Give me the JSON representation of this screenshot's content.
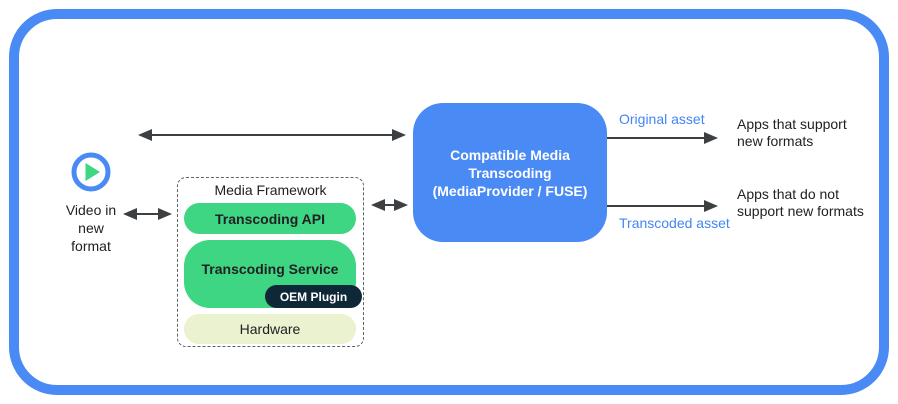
{
  "colors": {
    "border_blue": "#4a8af4",
    "box_blue": "#4a8af4",
    "asset_text_blue": "#4285f4",
    "layer_green": "#3ed583",
    "oem_navy": "#0e2838",
    "hardware_pale_green": "#eaf2cf",
    "arrow_gray": "#3c4043"
  },
  "source": {
    "icon": "play-icon",
    "label": "Video in\nnew\nformat"
  },
  "framework": {
    "title": "Media Framework",
    "api_label": "Transcoding API",
    "service_label": "Transcoding Service",
    "oem_label": "OEM Plugin",
    "hardware_label": "Hardware"
  },
  "transcoder": {
    "label": "Compatible Media\nTranscoding\n(MediaProvider / FUSE)"
  },
  "outputs": {
    "original": {
      "asset": "Original asset",
      "apps": "Apps that support\nnew formats"
    },
    "transcoded": {
      "asset": "Transcoded asset",
      "apps": "Apps that do not\nsupport new formats"
    }
  }
}
